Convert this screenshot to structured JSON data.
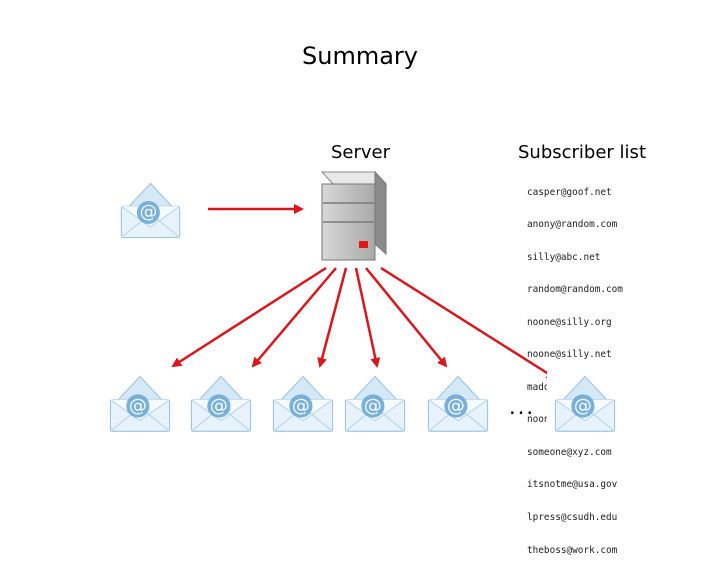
{
  "title": "Summary",
  "server_label": "Server",
  "subscriber_label": "Subscriber list",
  "subscribers": [
    "casper@goof.net",
    "anony@random.com",
    "silly@abc.net",
    "random@random.com",
    "noone@silly.org",
    "noone@silly.net",
    "madoup@sugar.org",
    "noone@random.net",
    "someone@xyz.com",
    "itsnotme@usa.gov",
    "lpress@csudh.edu",
    "theboss@work.com"
  ],
  "ellipsis": "...",
  "envelope_symbol": "@",
  "icons": {
    "envelope": "email-envelope-icon",
    "server": "server-icon"
  },
  "colors": {
    "arrow": "#d9161c",
    "envelope_blue": "#8fbfe2",
    "server_led": "#e01818"
  }
}
